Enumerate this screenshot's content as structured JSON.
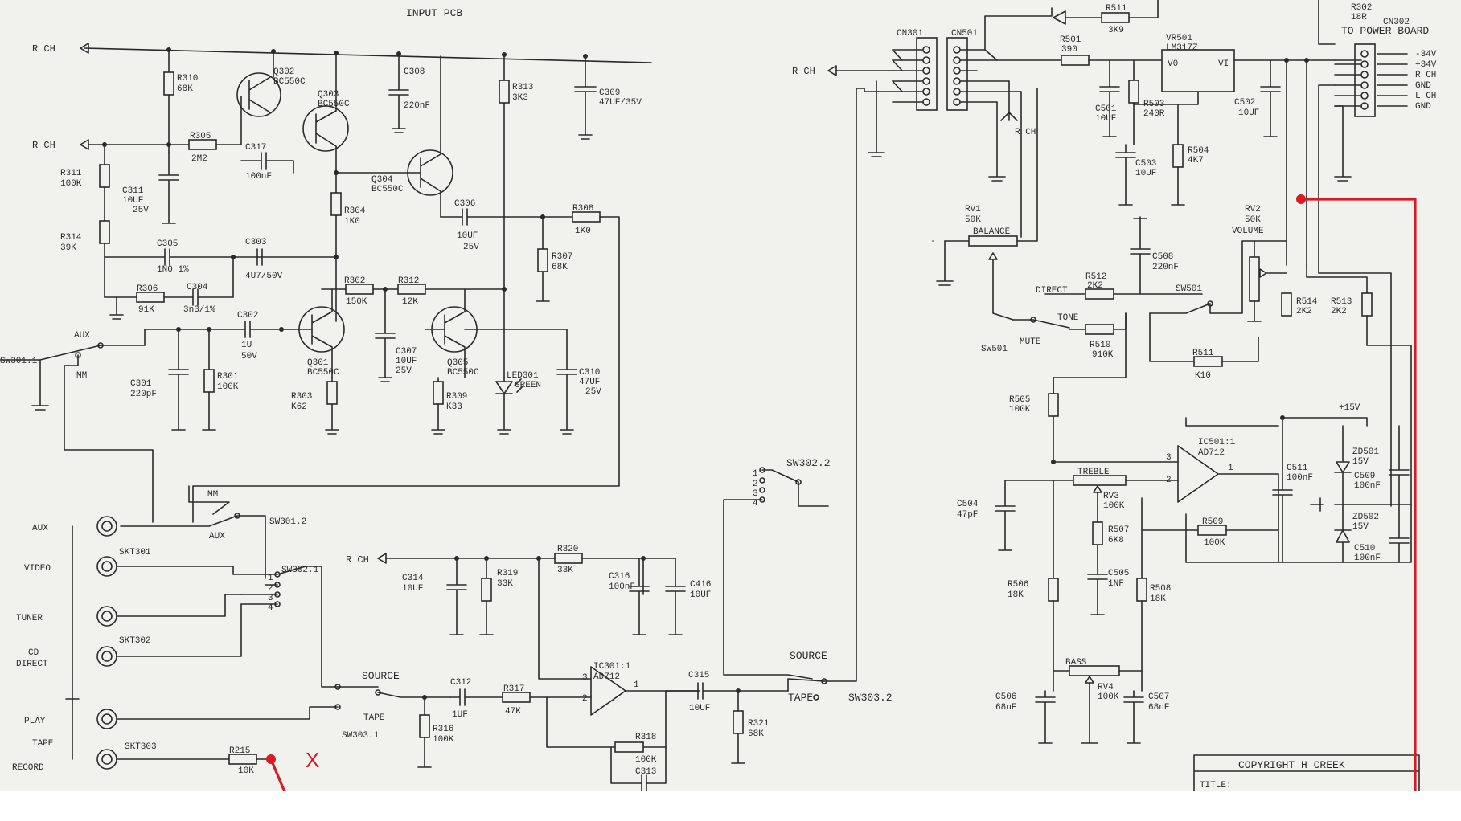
{
  "header": {
    "title": "INPUT PCB"
  },
  "nets": {
    "r_ch_1": "R CH",
    "r_ch_2": "R CH",
    "r_ch_3": "R CH",
    "r_ch_4": "R CH",
    "r_ch_5": "R CH"
  },
  "components": {
    "R310": [
      "R310",
      "68K"
    ],
    "Q302": [
      "Q302",
      "BC550C"
    ],
    "Q303": [
      "Q303",
      "BC550C"
    ],
    "C308": [
      "C308",
      "220nF"
    ],
    "R313": [
      "R313",
      "3K3"
    ],
    "C309": [
      "C309",
      "47UF/35V"
    ],
    "R305": [
      "R305",
      "2M2"
    ],
    "C317": [
      "C317",
      "100nF"
    ],
    "R311": [
      "R311",
      "100K"
    ],
    "C311": [
      "C311",
      "10UF",
      "25V"
    ],
    "Q304": [
      "Q304",
      "BC550C"
    ],
    "R304": [
      "R304",
      "1K0"
    ],
    "C306": [
      "C306",
      "10UF",
      "25V"
    ],
    "R308": [
      "R308",
      "1K0"
    ],
    "R314": [
      "R314",
      "39K"
    ],
    "C305": [
      "C305",
      "1N0 1%"
    ],
    "C303": [
      "C303",
      "4U7/50V"
    ],
    "R307": [
      "R307",
      "68K"
    ],
    "R306": [
      "R306",
      "91K"
    ],
    "C304": [
      "C304",
      "3n3/1%"
    ],
    "C302": [
      "C302",
      "1U",
      "50V"
    ],
    "R302": [
      "R302",
      "150K"
    ],
    "R312": [
      "R312",
      "12K"
    ],
    "Q301": [
      "Q301",
      "BC550C"
    ],
    "Q305": [
      "Q305",
      "BC550C"
    ],
    "C301": [
      "C301",
      "220pF"
    ],
    "R301": [
      "R301",
      "100K"
    ],
    "C307": [
      "C307",
      "10UF",
      "25V"
    ],
    "LED301": [
      "LED301",
      "GREEN"
    ],
    "C310": [
      "C310",
      "47UF",
      "25V"
    ],
    "R303": [
      "R303",
      "K62"
    ],
    "R309": [
      "R309",
      "K33"
    ],
    "C314": [
      "C314",
      "10UF"
    ],
    "R319": [
      "R319",
      "33K"
    ],
    "R320": [
      "R320",
      "33K"
    ],
    "C316": [
      "C316",
      "100nF"
    ],
    "C416": [
      "C416",
      "10UF"
    ],
    "C312": [
      "C312",
      "1UF"
    ],
    "R317": [
      "R317",
      "47K"
    ],
    "IC301": [
      "IC301:1",
      "AD712"
    ],
    "C315": [
      "C315",
      "10UF"
    ],
    "R321": [
      "R321",
      "68K"
    ],
    "R318": [
      "R318",
      "100K"
    ],
    "C313": [
      "C313"
    ],
    "R316": [
      "R316",
      "100K"
    ],
    "R215": [
      "R215",
      "10K"
    ],
    "R511": [
      "R511",
      "3K9"
    ],
    "VR501": [
      "VR501",
      "LM317Z"
    ],
    "R501": [
      "R501",
      "390"
    ],
    "C501": [
      "C501",
      "10UF"
    ],
    "R503": [
      "R503",
      "240R"
    ],
    "C502": [
      "C502",
      "10UF"
    ],
    "C503": [
      "C503",
      "10UF"
    ],
    "R504": [
      "R504",
      "4K7"
    ],
    "RV1": [
      "RV1",
      "50K",
      "BALANCE"
    ],
    "C508": [
      "C508",
      "220nF"
    ],
    "RV2": [
      "RV2",
      "50K",
      "VOLUME"
    ],
    "R512": [
      "R512",
      "2K2"
    ],
    "R514": [
      "R514",
      "2K2"
    ],
    "R513": [
      "R513",
      "2K2"
    ],
    "R510": [
      "R510",
      "910K"
    ],
    "R511b": [
      "R511",
      "K10"
    ],
    "R505": [
      "R505",
      "100K"
    ],
    "IC501": [
      "IC501:1",
      "AD712"
    ],
    "C511": [
      "C511",
      "100nF"
    ],
    "ZD501": [
      "ZD501",
      "15V"
    ],
    "C509": [
      "C509",
      "100nF"
    ],
    "ZD502": [
      "ZD502",
      "15V"
    ],
    "C510": [
      "C510",
      "100nF"
    ],
    "C504": [
      "C504",
      "47pF"
    ],
    "RV3": [
      "TREBLE",
      "RV3",
      "100K"
    ],
    "R507": [
      "R507",
      "6K8"
    ],
    "R509": [
      "R509",
      "100K"
    ],
    "R506": [
      "R506",
      "18K"
    ],
    "C505": [
      "C505",
      "1NF"
    ],
    "R508": [
      "R508",
      "18K"
    ],
    "RV4": [
      "BASS",
      "RV4",
      "100K"
    ],
    "C506": [
      "C506",
      "68nF"
    ],
    "C507": [
      "C507",
      "68nF"
    ],
    "R302x": [
      "R302",
      "18R"
    ]
  },
  "connectors": {
    "CN301": "CN301",
    "CN501": "CN501",
    "CN302": "CN302",
    "CN302_desc": "TO POWER BOARD",
    "pins": [
      "-34V",
      "+34V",
      "R CH",
      "GND",
      "L CH",
      "GND"
    ]
  },
  "switches": {
    "SW301_2": "SW301.2",
    "SW302_1": "SW302.1",
    "SW302_2": "SW302.2",
    "SW303_1": "SW303.1",
    "SW303_2": "SW303.2",
    "SW501a": "SW501",
    "SW501b": "SW501",
    "aux": "AUX",
    "mm": "MM",
    "mm2": "MM",
    "aux2": "AUX",
    "sw301_1": "SW301.1",
    "source": "SOURCE",
    "tape": "TAPE",
    "source2": "SOURCE",
    "tape2": "TAPE",
    "direct": "DIRECT",
    "tone": "TONE",
    "mute": "MUTE",
    "p1": "1",
    "p2": "2",
    "p3": "3",
    "p4": "4"
  },
  "sockets": {
    "aux": "AUX",
    "video": "VIDEO",
    "tuner": "TUNER",
    "cd": "CD",
    "direct": "DIRECT",
    "play": "PLAY",
    "tape": "TAPE",
    "record": "RECORD",
    "skt301": "SKT301",
    "skt302": "SKT302",
    "skt303": "SKT303"
  },
  "rails": {
    "plus15": "+15V",
    "ic_in_plus": "3",
    "ic_in_minus": "2",
    "ic_out": "1"
  },
  "annotation": {
    "x_mark": "X"
  },
  "title_block": {
    "copyright": "COPYRIGHT H CREEK",
    "title": "TITLE:"
  },
  "colors": {
    "ink": "#2a2a2a",
    "paper": "#f1f1ee",
    "mod_wire": "#d81a22"
  }
}
